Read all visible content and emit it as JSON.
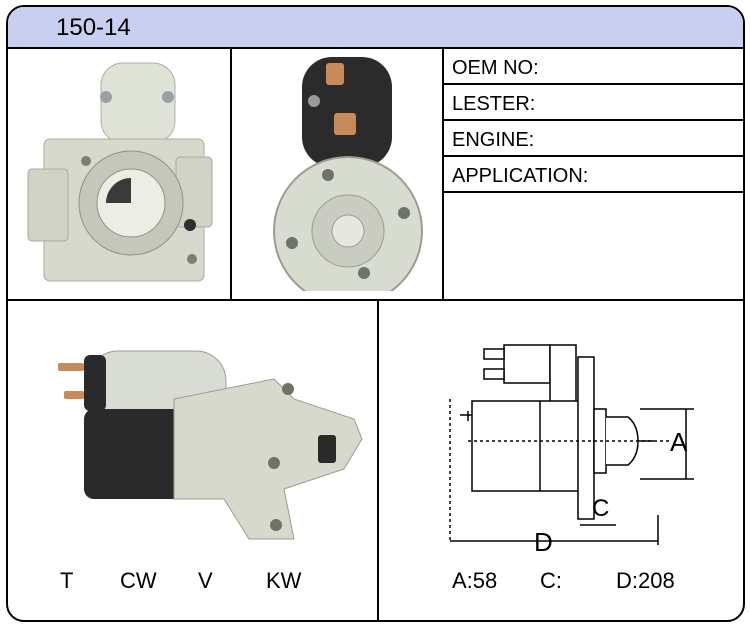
{
  "header": {
    "title": "150-14"
  },
  "info": {
    "oem_label": "OEM NO:",
    "lester_label": "LESTER:",
    "engine_label": "ENGINE:",
    "application_label": "APPLICATION:"
  },
  "specs_left": {
    "t": "T",
    "cw": "CW",
    "v": "V",
    "kw": "KW"
  },
  "specs_right": {
    "a": "A:58",
    "c": "C:",
    "d": "D:208"
  },
  "diagram": {
    "label_a": "A",
    "label_c": "C",
    "label_d": "D"
  },
  "colors": {
    "header_bg": "#c9cff0",
    "metal": "#d6d9cc",
    "dark": "#2a2a2a",
    "copper": "#c98a5a"
  }
}
